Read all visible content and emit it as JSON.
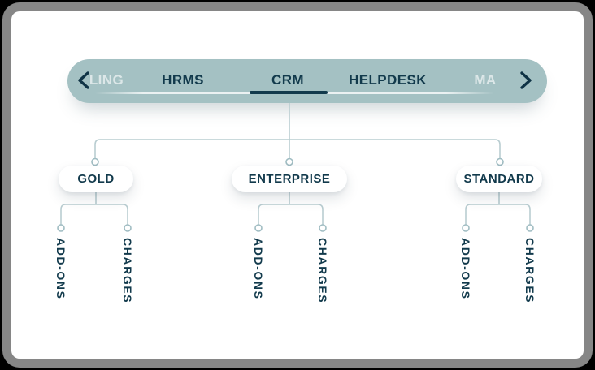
{
  "nav": {
    "prev_icon": "chevron-left",
    "next_icon": "chevron-right",
    "active_tab": "CRM",
    "tabs": [
      {
        "label": "LING",
        "state": "faded-truncated"
      },
      {
        "label": "HRMS",
        "state": "normal"
      },
      {
        "label": "CRM",
        "state": "active"
      },
      {
        "label": "HELPDESK",
        "state": "normal"
      },
      {
        "label": "MA",
        "state": "faded-truncated"
      }
    ]
  },
  "tree": {
    "root": "CRM",
    "plans": [
      {
        "label": "GOLD",
        "children": [
          "ADD-ONS",
          "CHARGES"
        ]
      },
      {
        "label": "ENTERPRISE",
        "children": [
          "ADD-ONS",
          "CHARGES"
        ]
      },
      {
        "label": "STANDARD",
        "children": [
          "ADD-ONS",
          "CHARGES"
        ]
      }
    ]
  },
  "colors": {
    "navbar_background": "#a4c1c3",
    "dark_text": "#123a4c",
    "faded_tab_text": "rgba(255,255,255,0.62)",
    "connector_line": "#b9cdd1",
    "connector_node_stroke": "#9fbcc2",
    "card_background": "#ffffff",
    "frame_border": "#868686",
    "outer_background": "#000000"
  }
}
